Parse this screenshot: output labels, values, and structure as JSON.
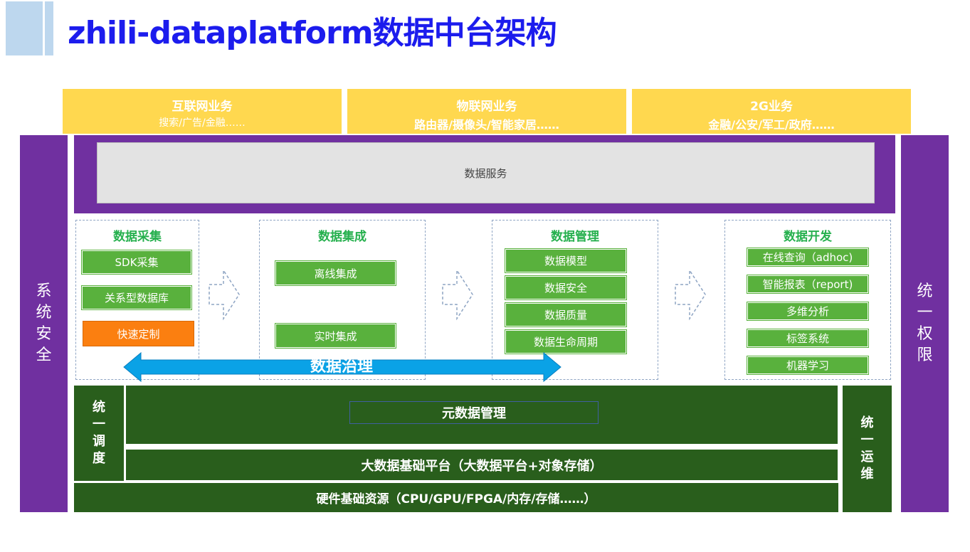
{
  "title": "zhili-dataplatform数据中台架构",
  "business": [
    {
      "name": "互联网业务",
      "sub": "搜索/广告/金融……"
    },
    {
      "name": "物联网业务",
      "sub": "路由器/摄像头/智能家居……"
    },
    {
      "name": "2G业务",
      "sub": "金融/公安/军工/政府……"
    }
  ],
  "left_side": "系统安全",
  "right_side": "统一权限",
  "data_service": "数据服务",
  "modules": {
    "collect": {
      "title": "数据采集",
      "items": [
        "SDK采集",
        "关系型数据库",
        "快速定制"
      ]
    },
    "integrate": {
      "title": "数据集成",
      "items": [
        "离线集成",
        "实时集成"
      ]
    },
    "manage": {
      "title": "数据管理",
      "items": [
        "数据模型",
        "数据安全",
        "数据质量",
        "数据生命周期"
      ]
    },
    "develop": {
      "title": "数据开发",
      "items": [
        "在线查询（adhoc)",
        "智能报表（report)",
        "多维分析",
        "标签系统",
        "机器学习"
      ]
    }
  },
  "governance": "数据治理",
  "unified_schedule": "统一调度",
  "unified_ops": "统一运维",
  "metadata": "元数据管理",
  "bigdata_platform": "大数据基础平台（大数据平台+对象存储）",
  "hardware": "硬件基础资源（CPU/GPU/FPGA/内存/存储……）",
  "colors": {
    "title": "#1c1ced",
    "business": "#ffd84f",
    "purple": "#7030a0",
    "green": "#59b13d",
    "orange": "#fb7f10",
    "dark_green": "#295e1c",
    "arrow_blue": "#0aa2e6"
  }
}
